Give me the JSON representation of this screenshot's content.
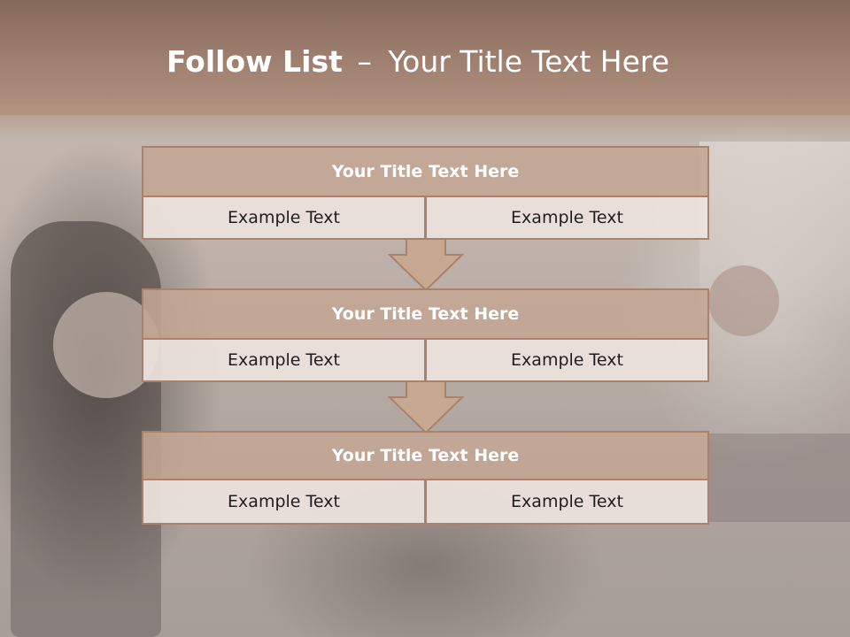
{
  "slide": {
    "title_bold": "Follow List",
    "title_dash": "–",
    "title_rest": "Your Title Text Here"
  },
  "colors": {
    "header": "#9c7d6d",
    "box_header_fill": "#c4a694",
    "box_border": "#a9826e",
    "cell_fill": "#ece2de",
    "arrow_fill": "#c6a893"
  },
  "steps": [
    {
      "heading": "Your Title Text Here",
      "left": "Example Text",
      "right": "Example Text"
    },
    {
      "heading": "Your Title Text Here",
      "left": "Example Text",
      "right": "Example Text"
    },
    {
      "heading": "Your Title Text Here",
      "left": "Example Text",
      "right": "Example Text"
    }
  ]
}
